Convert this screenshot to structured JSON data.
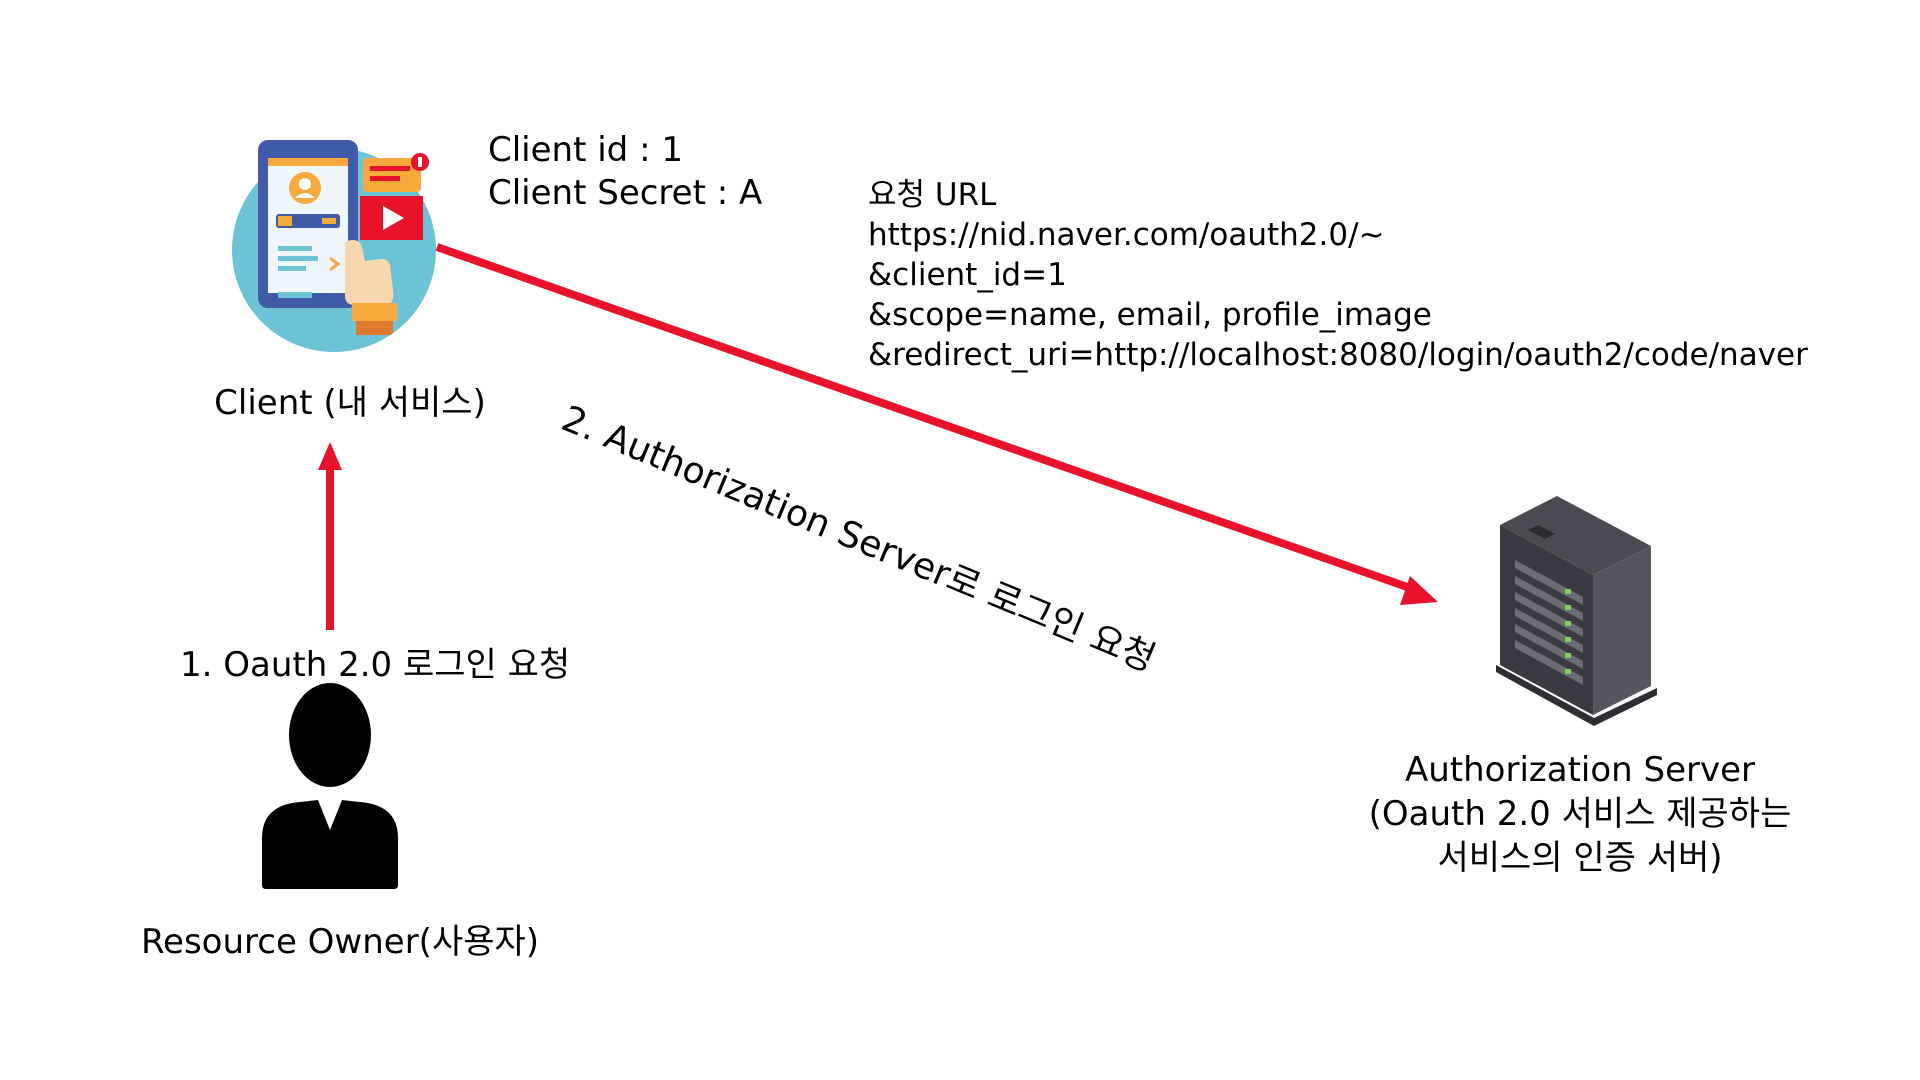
{
  "client": {
    "label": "Client (내 서비스)",
    "credentials": [
      "Client id : 1",
      "Client Secret : A"
    ]
  },
  "request_url": {
    "title": "요청 URL",
    "lines": [
      "https://nid.naver.com/oauth2.0/~",
      "&client_id=1",
      "&scope=name, email, profile_image",
      "&redirect_uri=http://localhost:8080/login/oauth2/code/naver"
    ]
  },
  "steps": {
    "step1": "1. Oauth 2.0 로그인 요청",
    "step2": "2. Authorization Server로 로그인 요청"
  },
  "resource_owner": {
    "label": "Resource Owner(사용자)"
  },
  "auth_server": {
    "lines": [
      "Authorization Server",
      "(Oauth 2.0 서비스 제공하는",
      "서비스의 인증 서버)"
    ]
  },
  "colors": {
    "arrow": "#e8132a"
  },
  "icons": {
    "client": "mobile-app-icon",
    "user": "person-silhouette-icon",
    "server": "server-rack-icon"
  }
}
